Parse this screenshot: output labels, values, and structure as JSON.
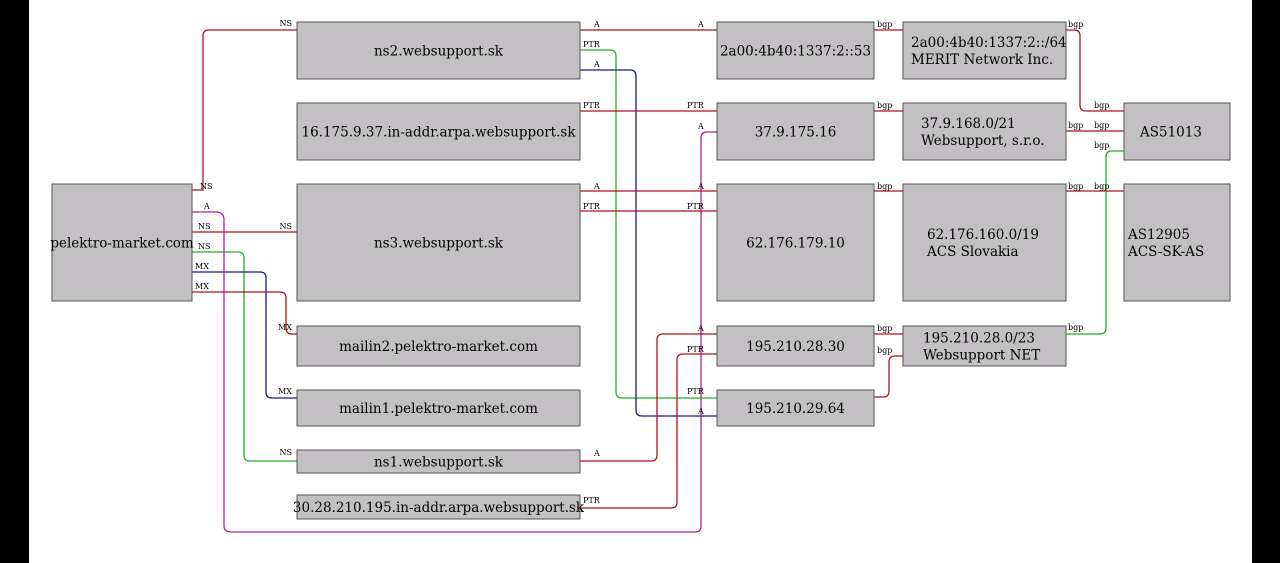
{
  "colors": {
    "red": "#b01020",
    "blue": "#1a1a8c",
    "green": "#22b022",
    "magenta": "#b0209a",
    "box_fill": "#c2c0c2",
    "box_border": "#555555"
  },
  "nodes": [
    {
      "id": "pelektro",
      "lines": [
        "pelektro-market.com"
      ]
    },
    {
      "id": "ns2",
      "lines": [
        "ns2.websupport.sk"
      ]
    },
    {
      "id": "rev16",
      "lines": [
        "16.175.9.37.in-addr.arpa.websupport.sk"
      ]
    },
    {
      "id": "ns3",
      "lines": [
        "ns3.websupport.sk"
      ]
    },
    {
      "id": "mailin2",
      "lines": [
        "mailin2.pelektro-market.com"
      ]
    },
    {
      "id": "mailin1",
      "lines": [
        "mailin1.pelektro-market.com"
      ]
    },
    {
      "id": "ns1",
      "lines": [
        "ns1.websupport.sk"
      ]
    },
    {
      "id": "rev30",
      "lines": [
        "30.28.210.195.in-addr.arpa.websupport.sk"
      ]
    },
    {
      "id": "ip6",
      "lines": [
        "2a00:4b40:1337:2::53"
      ]
    },
    {
      "id": "ip37",
      "lines": [
        "37.9.175.16"
      ]
    },
    {
      "id": "ip62",
      "lines": [
        "62.176.179.10"
      ]
    },
    {
      "id": "ip195a",
      "lines": [
        "195.210.28.30"
      ]
    },
    {
      "id": "ip195b",
      "lines": [
        "195.210.29.64"
      ]
    },
    {
      "id": "net6",
      "lines": [
        "2a00:4b40:1337:2::/64",
        "MERIT Network Inc."
      ]
    },
    {
      "id": "net37",
      "lines": [
        "37.9.168.0/21",
        "Websupport, s.r.o."
      ]
    },
    {
      "id": "net62",
      "lines": [
        "62.176.160.0/19",
        "ACS Slovakia"
      ]
    },
    {
      "id": "net195",
      "lines": [
        "195.210.28.0/23",
        "Websupport NET"
      ]
    },
    {
      "id": "as51013",
      "lines": [
        "AS51013"
      ]
    },
    {
      "id": "as12905",
      "lines": [
        "AS12905",
        "ACS-SK-AS"
      ]
    }
  ],
  "edge_labels": [
    "NS",
    "A",
    "MX",
    "PTR",
    "bgp"
  ]
}
